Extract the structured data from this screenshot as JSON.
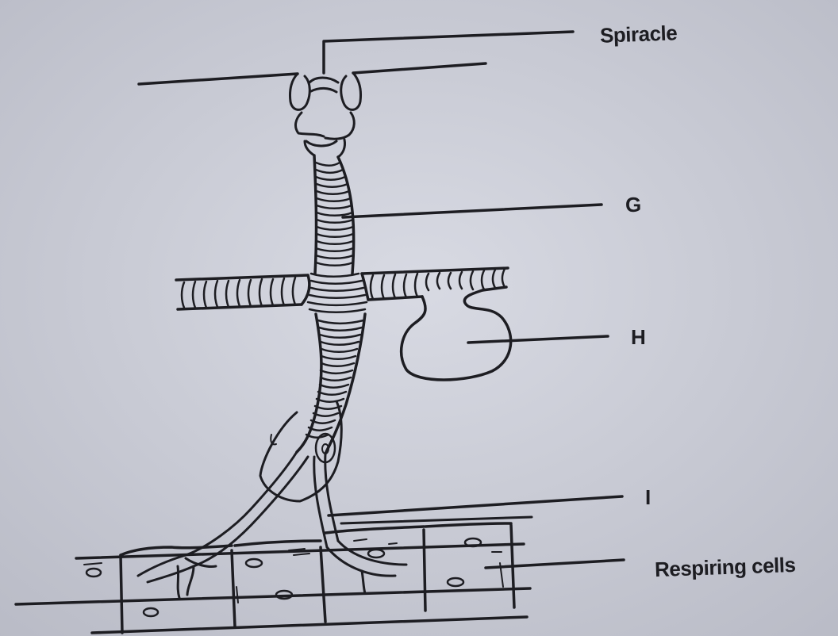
{
  "diagram": {
    "labels": {
      "spiracle": "Spiracle",
      "g": "G",
      "h": "H",
      "i": "I",
      "respiring_cells": "Respiring cells"
    },
    "colors": {
      "paper": "#cfd1db",
      "ink": "#1d1d22"
    }
  }
}
